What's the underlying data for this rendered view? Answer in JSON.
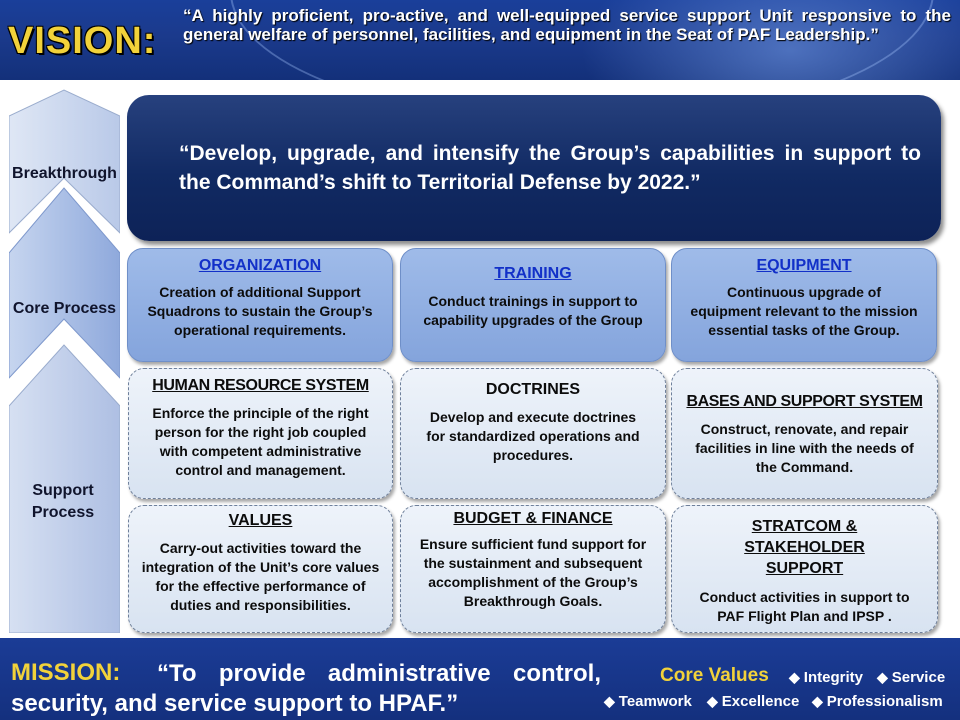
{
  "header": {
    "vision_label": "VISION:",
    "vision_text": "“A highly proficient, pro-active, and well-equipped service support Unit responsive to the general welfare of personnel, facilities, and equipment in the Seat of PAF Leadership.”"
  },
  "levels": {
    "breakthrough": "Breakthrough",
    "core": "Core Process",
    "support": "Support Process"
  },
  "banner": {
    "text": "“Develop, upgrade, and intensify the Group’s capabilities in support to the Command’s shift to Territorial Defense by 2022.”"
  },
  "core_cards": [
    {
      "title": "ORGANIZATION",
      "body": "Creation of additional Support Squadrons to sustain the Group’s operational requirements."
    },
    {
      "title": "TRAINING",
      "body": "Conduct trainings in support to capability upgrades of the Group"
    },
    {
      "title": "EQUIPMENT",
      "body": "Continuous upgrade of equipment relevant to the mission essential tasks of the Group."
    }
  ],
  "support_cards": [
    {
      "title": "HUMAN RESOURCE SYSTEM",
      "body": "Enforce the principle of the right person for the right job coupled with competent administrative control and management."
    },
    {
      "title": "DOCTRINES",
      "body": "Develop and execute doctrines for standardized operations and procedures."
    },
    {
      "title": "BASES AND SUPPORT SYSTEM",
      "body": "Construct, renovate, and repair facilities in line with the needs of the Command."
    },
    {
      "title": "VALUES",
      "body": "Carry-out activities toward the integration of the Unit’s core values for the effective performance of duties and responsibilities."
    },
    {
      "title": "BUDGET & FINANCE",
      "body": "Ensure sufficient fund support for the sustainment and subsequent accomplishment of the Group’s Breakthrough Goals."
    },
    {
      "title": "STRATCOM & STAKEHOLDER SUPPORT",
      "body": "Conduct activities in support to PAF Flight Plan and IPSP ."
    }
  ],
  "footer": {
    "mission_label": "MISSION:",
    "mission_text": "“To provide administrative control, security, and service support to HPAF.”",
    "core_values_label": "Core Values",
    "core_values": [
      "Integrity",
      "Service",
      "Teamwork",
      "Excellence",
      "Professionalism"
    ],
    "diamond": "◆"
  },
  "colors": {
    "brand_blue": "#13307a",
    "accent_yellow": "#f2d23a",
    "banner_navy": "#112a63",
    "core_card": "#9fbbe9",
    "support_card": "#e4ebf5",
    "link_blue": "#1230c8"
  }
}
